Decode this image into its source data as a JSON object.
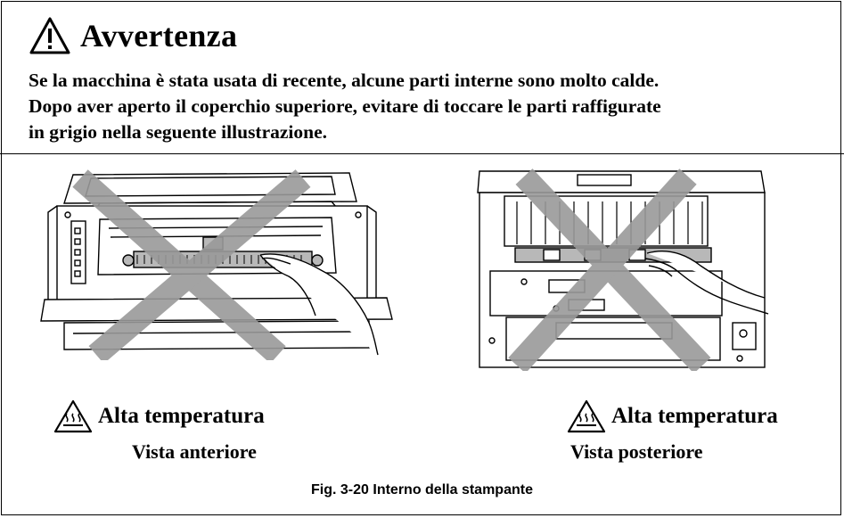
{
  "warning": {
    "title": "Avvertenza",
    "icon": "warning-triangle-icon",
    "lines": [
      "Se la macchina è stata usata di recente, alcune parti interne sono molto calde.",
      "Dopo aver aperto il coperchio superiore, evitare di toccare le parti raffigurate",
      "in grigio nella seguente illustrazione."
    ]
  },
  "figures": {
    "front": {
      "hot_label": "Alta temperatura",
      "view_label": "Vista anteriore",
      "icon": "hot-surface-icon"
    },
    "rear": {
      "hot_label": "Alta temperatura",
      "view_label": "Vista posteriore",
      "icon": "hot-surface-icon"
    }
  },
  "caption": "Fig. 3-20  Interno della stampante",
  "colors": {
    "cross": "#9a9a9a",
    "line": "#000000",
    "hot_parts": "#b8b8b8"
  }
}
